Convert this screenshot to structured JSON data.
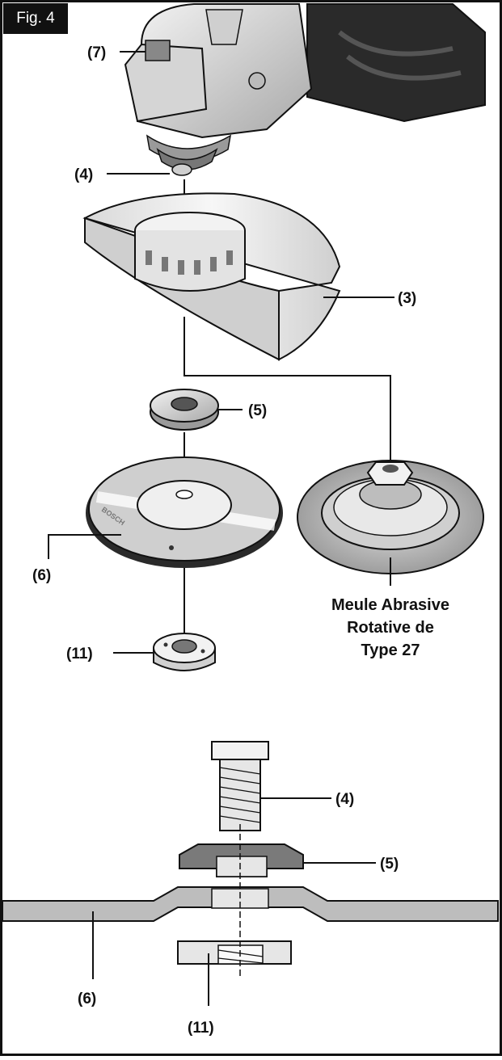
{
  "figure": {
    "tag": "Fig. 4"
  },
  "labels": {
    "l7": "(7)",
    "l4": "(4)",
    "l3": "(3)",
    "l5": "(5)",
    "l6": "(6)",
    "l11": "(11)",
    "wheel_line1": "Meule Abrasive",
    "wheel_line2": "Rotative de",
    "wheel_line3": "Type 27"
  },
  "disc_brand": "BOSCH",
  "colors": {
    "ink": "#111111",
    "fill_light": "#e6e6e6",
    "fill_mid": "#bdbdbd",
    "fill_dark": "#7a7a7a"
  }
}
